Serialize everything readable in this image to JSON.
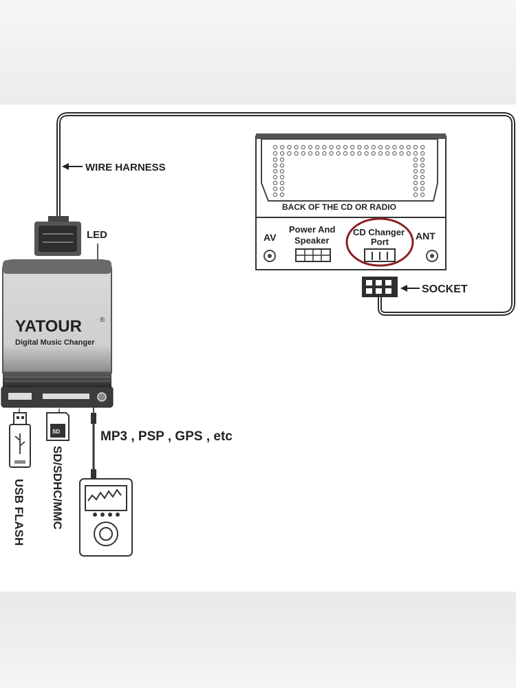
{
  "labels": {
    "wire_harness": "WIRE HARNESS",
    "led": "LED",
    "back_of_cd": "BACK OF THE CD OR RADIO",
    "av": "AV",
    "power_line1": "Power And",
    "power_line2": "Speaker",
    "cd_line1": "CD Changer",
    "cd_line2": "Port",
    "ant": "ANT",
    "socket": "SOCKET",
    "brand": "YATOUR",
    "brand_sub": "Digital Music Changer",
    "registered": "®",
    "mp3": "MP3 , PSP , GPS , etc",
    "sd": "SD/SDHC/MMC",
    "usb": "USB FLASH"
  },
  "colors": {
    "line": "#2b2b2b",
    "highlight_circle": "#8c1f23",
    "device_body": "#c9c9c9",
    "device_dark": "#4a4a4a"
  }
}
